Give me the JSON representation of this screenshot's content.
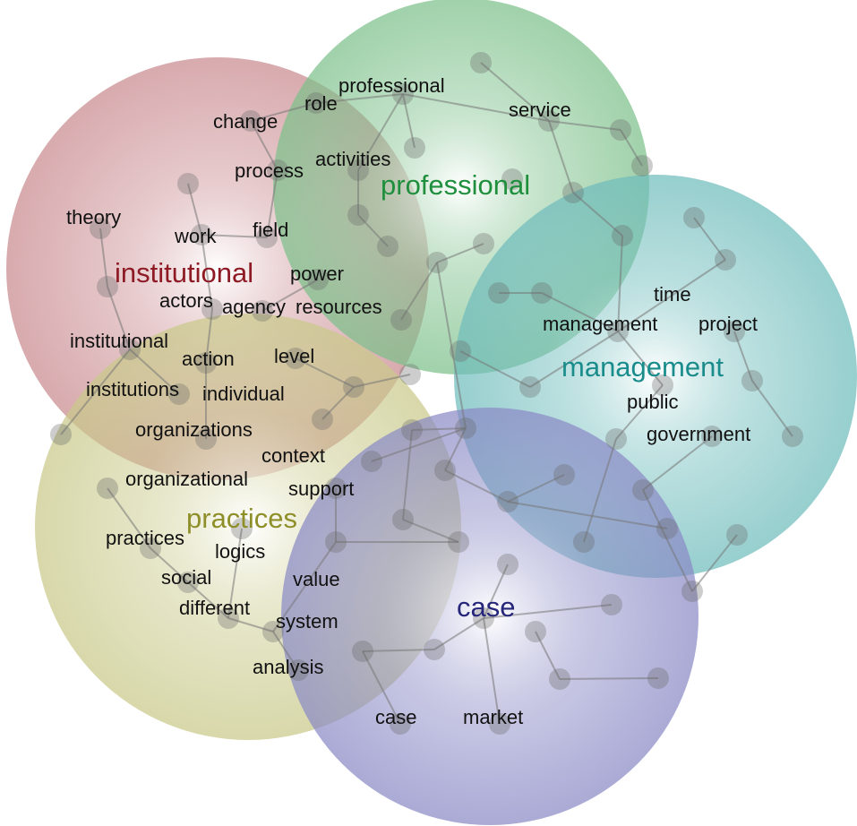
{
  "clusters": [
    {
      "label": "institutional",
      "color": "#8e1a24",
      "fill": "#c98a8f"
    },
    {
      "label": "professional",
      "color": "#1f8f3d",
      "fill": "#7cc08a"
    },
    {
      "label": "management",
      "color": "#1a8c8c",
      "fill": "#6fbcbc"
    },
    {
      "label": "practices",
      "color": "#8f8f2a",
      "fill": "#c9c98a"
    },
    {
      "label": "case",
      "color": "#26267a",
      "fill": "#8a8ac6"
    }
  ],
  "words": [
    "professional",
    "role",
    "service",
    "change",
    "process",
    "activities",
    "theory",
    "work",
    "field",
    "power",
    "actors",
    "agency",
    "resources",
    "institutional",
    "action",
    "level",
    "institutions",
    "individual",
    "organizations",
    "organizational",
    "context",
    "support",
    "logics",
    "practices",
    "social",
    "different",
    "value",
    "system",
    "analysis",
    "case",
    "market",
    "time",
    "management",
    "project",
    "public",
    "government"
  ]
}
